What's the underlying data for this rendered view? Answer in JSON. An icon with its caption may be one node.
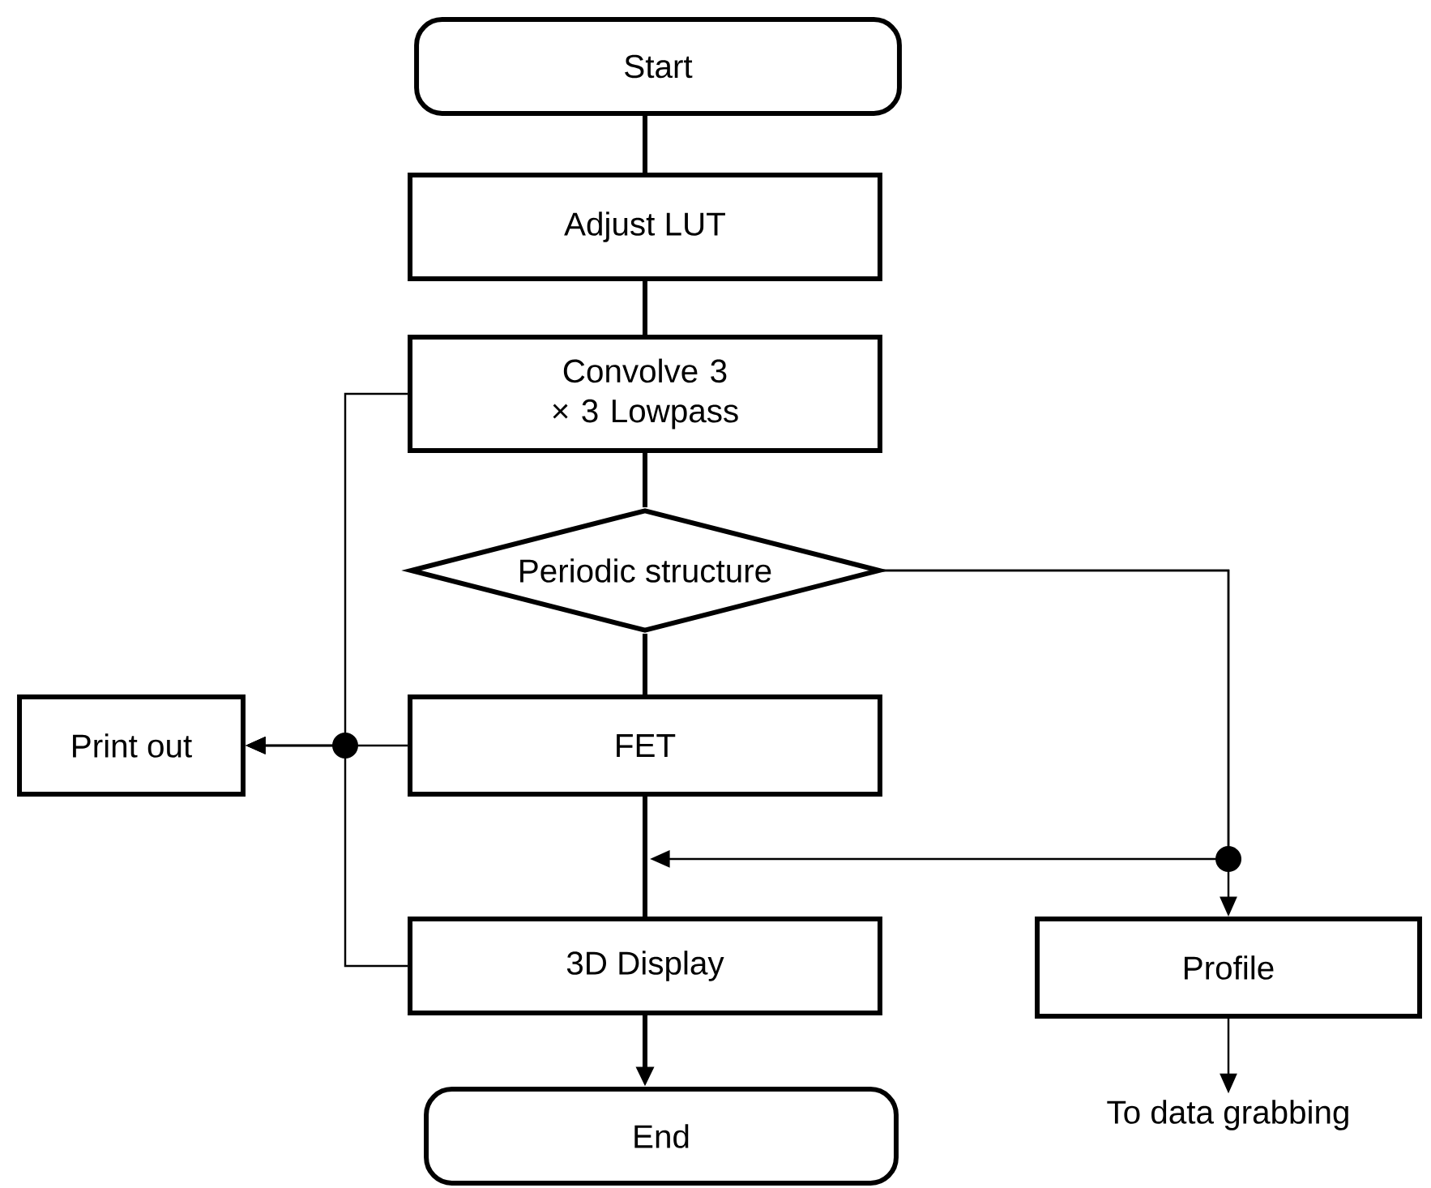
{
  "diagram": {
    "nodes": [
      {
        "text": [
          "Start"
        ]
      },
      {
        "text": [
          "Adjust LUT"
        ]
      },
      {
        "text": [
          "Convolve 3 × 3 Lowpass"
        ]
      },
      {
        "text": [
          "Periodic structure"
        ]
      },
      {
        "text": [
          "Print out"
        ]
      },
      {
        "text": [
          "FET"
        ]
      },
      {
        "text": [
          "3D Display"
        ]
      },
      {
        "text": [
          "Profile"
        ]
      },
      {
        "text": [
          "End"
        ]
      },
      {
        "text": [
          "To data grabbing"
        ]
      }
    ],
    "edges": [
      {
        "from": 0,
        "to": 1,
        "arrow": "none",
        "style": "thick"
      },
      {
        "from": 1,
        "to": 2,
        "arrow": "none",
        "style": "thick"
      },
      {
        "from": 2,
        "to": 3,
        "arrow": "none",
        "style": "thick"
      },
      {
        "from": 3,
        "to": 5,
        "arrow": "none",
        "style": "thick"
      },
      {
        "from": 5,
        "to": 6,
        "arrow": "none",
        "style": "thick"
      },
      {
        "from": 6,
        "to": 8,
        "arrow": "to",
        "style": "thick"
      },
      {
        "from": 2,
        "to": 4,
        "arrow": "to"
      },
      {
        "from": 5,
        "to": 4,
        "arrow": "to"
      },
      {
        "from": 6,
        "to": 4,
        "arrow": "to"
      },
      {
        "from": 3,
        "to": 7,
        "arrow": "to"
      },
      {
        "from": 3,
        "to": null,
        "arrow": "to"
      },
      {
        "from": 7,
        "to": 9,
        "arrow": "to"
      }
    ]
  }
}
